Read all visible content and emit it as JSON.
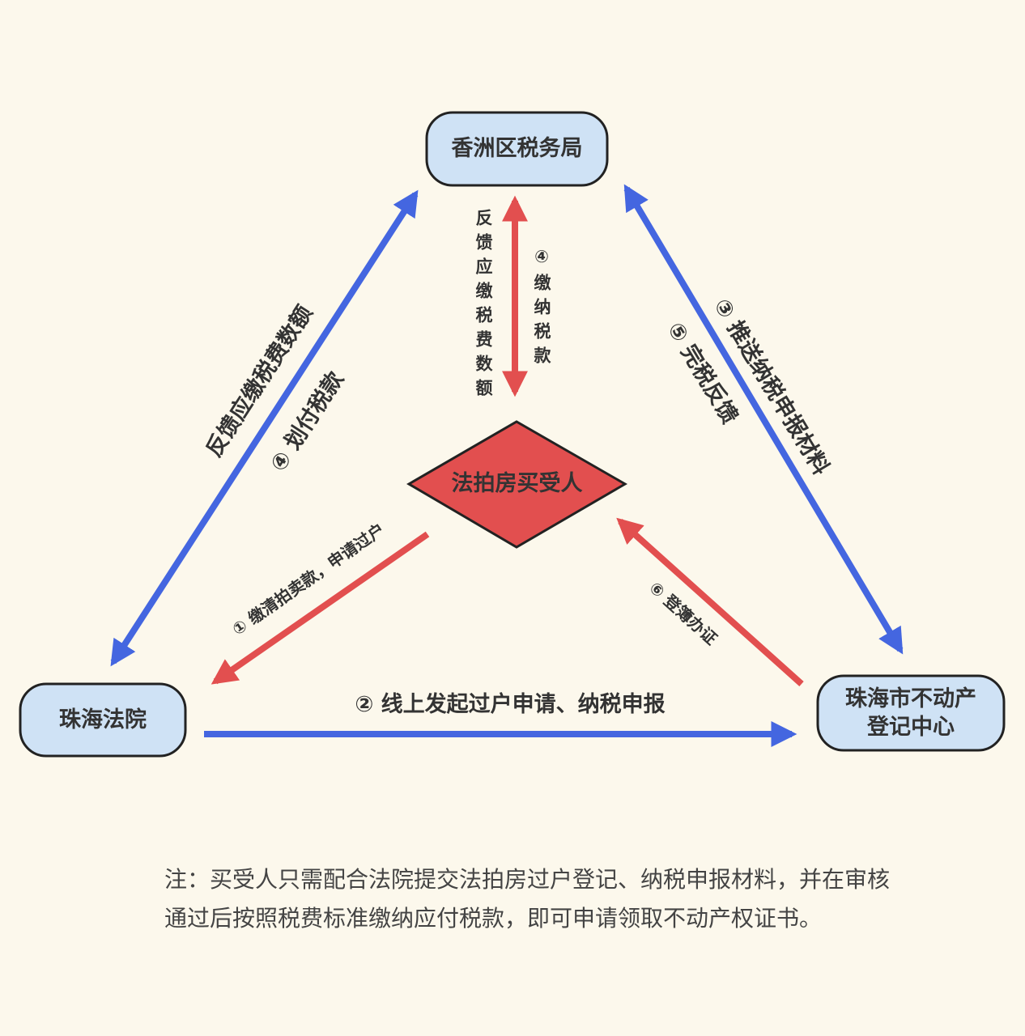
{
  "nodes": {
    "tax_bureau": "香洲区税务局",
    "court": "珠海法院",
    "registry_line1": "珠海市不动产",
    "registry_line2": "登记中心",
    "buyer": "法拍房买受人"
  },
  "edges": {
    "tax_to_court": "反馈应缴税费数额",
    "court_to_tax": "④ 划付税款",
    "tax_to_registry": "③ 推送纳税申报材料",
    "registry_to_tax": "⑤ 完税反馈",
    "tax_to_buyer": "反馈应缴税费数额",
    "buyer_to_tax": "④缴纳税款",
    "buyer_to_court": "① 缴清拍卖款，申请过户",
    "registry_to_buyer": "⑥ 登簿办证",
    "court_to_registry": "② 线上发起过户申请、纳税申报"
  },
  "note": "注：买受人只需配合法院提交法拍房过户登记、纳税申报材料，并在审核通过后按照税费标准缴纳应付税款，即可申请领取不动产权证书。",
  "colors": {
    "blue": "#4466e0",
    "red": "#e24f4f",
    "node_fill": "#cfe2f5",
    "diamond_fill": "#e24f4f"
  }
}
